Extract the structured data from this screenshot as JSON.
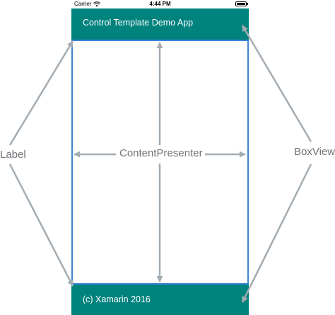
{
  "status_bar": {
    "carrier": "Carrier",
    "time": "4:44 PM"
  },
  "app": {
    "header_title": "Control Template Demo App",
    "footer_text": "(c) Xamarin 2016"
  },
  "annotations": {
    "left_label": "Label",
    "center_label": "ContentPresenter",
    "right_label": "BoxView"
  },
  "colors": {
    "bar": "#00827d",
    "content_border": "#3c84d6",
    "arrow": "#a3acb2",
    "annotation_text": "#6f7478"
  },
  "icons": {
    "wifi": "wifi-icon",
    "battery": "battery-icon"
  }
}
